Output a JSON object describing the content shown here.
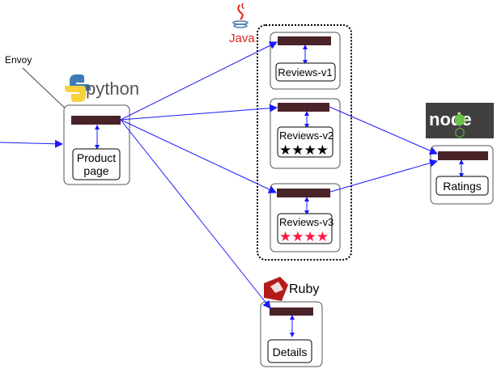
{
  "labels": {
    "envoy": "Envoy",
    "python": "python",
    "java": "Java",
    "ruby": "Ruby",
    "node": "node"
  },
  "services": {
    "productpage": {
      "line1": "Product",
      "line2": "page"
    },
    "reviews_v1": {
      "label": "Reviews-v1"
    },
    "reviews_v2": {
      "label": "Reviews-v2",
      "stars": "★★★★",
      "star_color": "#000000"
    },
    "reviews_v3": {
      "label": "Reviews-v3",
      "stars": "★★★★",
      "star_color": "#ff1744"
    },
    "ratings": {
      "label": "Ratings"
    },
    "details": {
      "label": "Details"
    }
  },
  "colors": {
    "sidecar": "#4a2329",
    "arrow": "#1a1aff",
    "border": "#555555",
    "java_red": "#e2231a",
    "ruby_red": "#b31b1b",
    "node_bg": "#404040",
    "node_green": "#6cc24a"
  }
}
